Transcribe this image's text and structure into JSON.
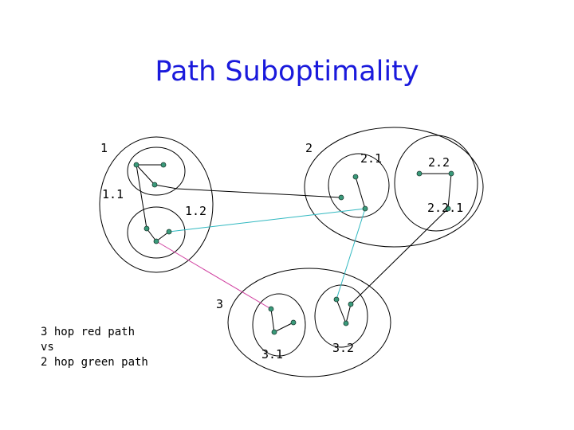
{
  "title": "Path Suboptimality",
  "labels": {
    "c1": "1",
    "c11": "1.1",
    "c12": "1.2",
    "c2": "2",
    "c21": "2.1",
    "c22": "2.2",
    "c221": "2.2.1",
    "c3": "3",
    "c31": "3.1",
    "c32": "3.2"
  },
  "note": {
    "line1": "3 hop red path",
    "line2": "vs",
    "line3": "2 hop green path"
  },
  "colors": {
    "title": "#1a1adc",
    "node_fill": "#3a9a7a",
    "red_path": "#d040a0",
    "green_path": "#30b8c0",
    "edge": "#000000"
  }
}
